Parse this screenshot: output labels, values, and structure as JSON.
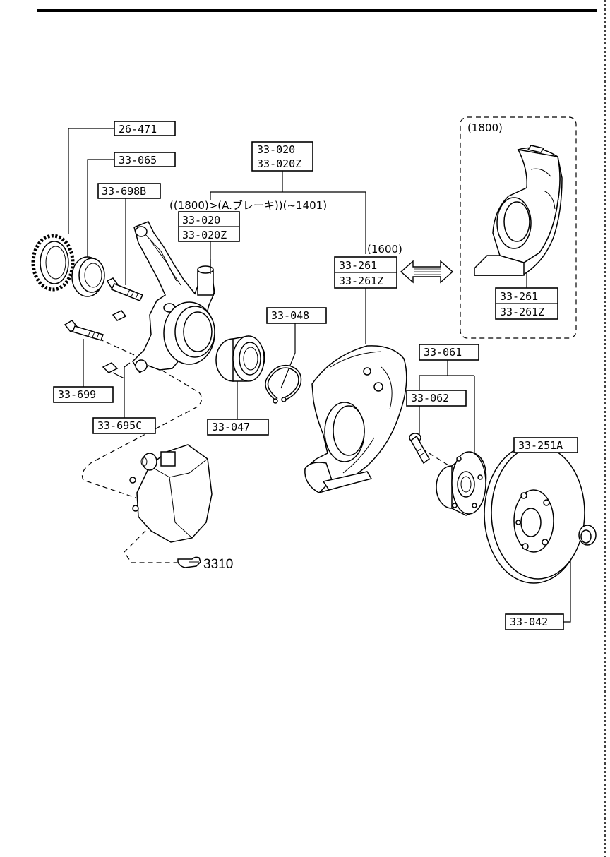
{
  "labels": {
    "p26_471": "26-471",
    "p33_065": "33-065",
    "p33_698B": "33-698B",
    "p33_020_a": "33-020",
    "p33_020Z_a": "33-020Z",
    "p33_020_b": "33-020",
    "p33_020Z_b": "33-020Z",
    "cond_knuckle": "((1800)>(A.ブレーキ))(~1401)",
    "cond_1600": "(1600)",
    "p33_261_a": "33-261",
    "p33_261Z_a": "33-261Z",
    "cond_1800": "(1800)",
    "p33_261_b": "33-261",
    "p33_261Z_b": "33-261Z",
    "p33_048": "33-048",
    "p33_699": "33-699",
    "p33_695C": "33-695C",
    "p33_047": "33-047",
    "p33_061": "33-061",
    "p33_062": "33-062",
    "p33_251A": "33-251A",
    "p33_042": "33-042",
    "ref_3310": "3310"
  }
}
